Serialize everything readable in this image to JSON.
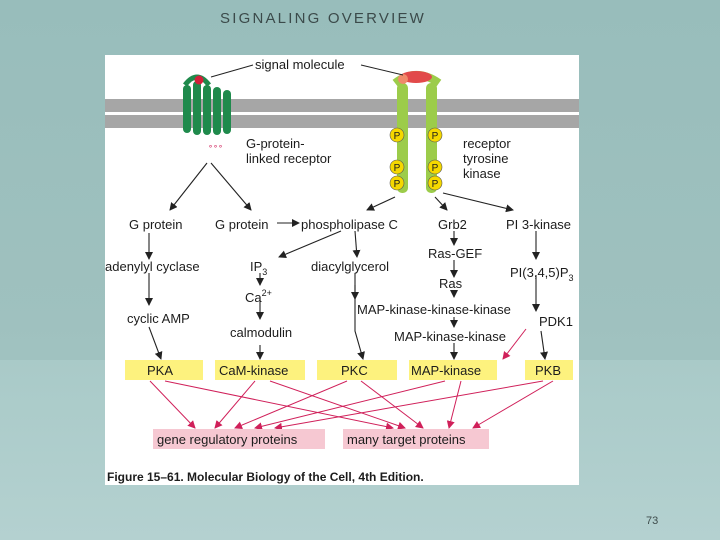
{
  "slide": {
    "title": "SIGNALING OVERVIEW",
    "page_number": "73"
  },
  "figure": {
    "caption": "Figure 15–61. Molecular Biology of the Cell, 4th Edition.",
    "labels": {
      "signal_molecule": "signal molecule",
      "gpcr_line1": "G-protein-",
      "gpcr_line2": "linked receptor",
      "rtk_line1": "receptor",
      "rtk_line2": "tyrosine",
      "rtk_line3": "kinase",
      "phospho": "P",
      "g_protein_1": "G protein",
      "g_protein_2": "G protein",
      "phospholipase_c": "phospholipase C",
      "grb2": "Grb2",
      "pi3_kinase": "PI 3-kinase",
      "adenylyl_cyclase": "adenylyl cyclase",
      "ip3_base": "IP",
      "ip3_sub": "3",
      "diacylglycerol": "diacylglycerol",
      "ras_gef": "Ras-GEF",
      "pip3_base": "PI(3,4,5)P",
      "pip3_sub": "3",
      "ca_base": "Ca",
      "ca_sup": "2+",
      "ras": "Ras",
      "cyclic_amp": "cyclic AMP",
      "mapkkk": "MAP-kinase-kinase-kinase",
      "pdk1": "PDK1",
      "calmodulin": "calmodulin",
      "mapkk": "MAP-kinase-kinase",
      "pka": "PKA",
      "cam_kinase": "CaM-kinase",
      "pkc": "PKC",
      "map_kinase": "MAP-kinase",
      "pkb": "PKB",
      "gene_regulatory": "gene regulatory proteins",
      "many_targets": "many target proteins"
    },
    "colors": {
      "receptor_green": "#1f8a4c",
      "rtk_green": "#9ccc4a",
      "membrane_gray": "#a6a6a6",
      "kinase_yellow": "#fdf27e",
      "target_pink": "#f6c8d2",
      "arrow_red": "#d0205a",
      "phospho_yellow": "#f5d800"
    }
  }
}
